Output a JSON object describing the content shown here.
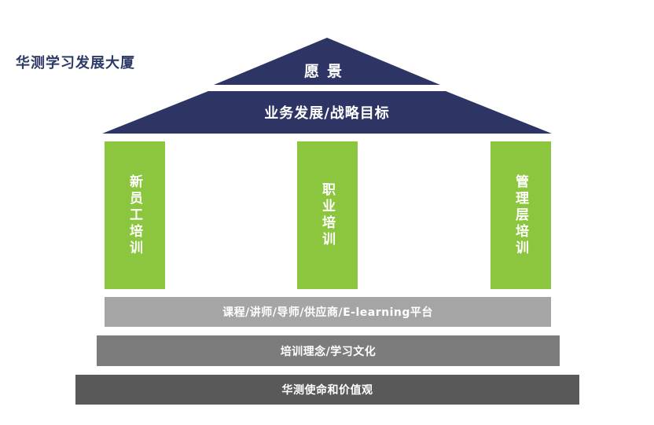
{
  "title": "华测学习发展大厦",
  "colors": {
    "roof": "#2e3463",
    "pillar": "#8cc63e",
    "base_light": "#a5a5a5",
    "base_mid": "#7c7c7c",
    "base_dark": "#595959",
    "title": "#2d3a66"
  },
  "roof": {
    "vision": "愿景",
    "strategy": "业务发展/战略目标"
  },
  "pillars": [
    "新员工培训",
    "职业培训",
    "管理层培训"
  ],
  "foundation": [
    "课程/讲师/导师/供应商/E-learning平台",
    "培训理念/学习文化",
    "华测使命和价值观"
  ]
}
